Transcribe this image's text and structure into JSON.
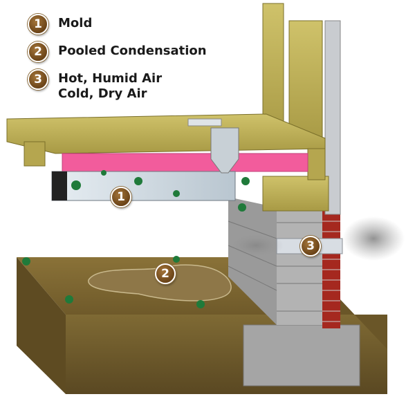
{
  "legend": [
    {
      "number": "1",
      "label": "Mold"
    },
    {
      "number": "2",
      "label": "Pooled Condensation"
    },
    {
      "number": "3",
      "label": "Hot, Humid Air",
      "label2": "Cold, Dry Air"
    }
  ],
  "colors": {
    "badge": "#7a5420",
    "wood": "#c2b45a",
    "insulation": "#f25c9c",
    "soil": "#7a6330",
    "block": "#a8a8a8",
    "brick": "#a5281f",
    "mold": "#1f7a3a"
  }
}
